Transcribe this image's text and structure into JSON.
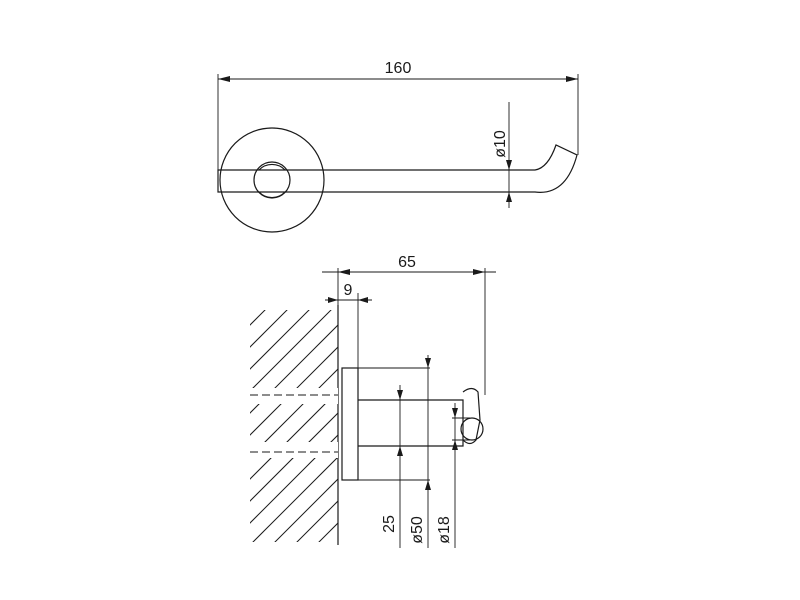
{
  "drawing": {
    "top_view": {
      "dim_overall_length": "160",
      "dim_rod_diameter": "ø10"
    },
    "side_view": {
      "dim_projection": "65",
      "dim_plate_thickness": "9",
      "dim_post_size": "25",
      "dim_rosette_diameter": "ø50",
      "dim_rod_end_diameter": "ø18"
    }
  }
}
